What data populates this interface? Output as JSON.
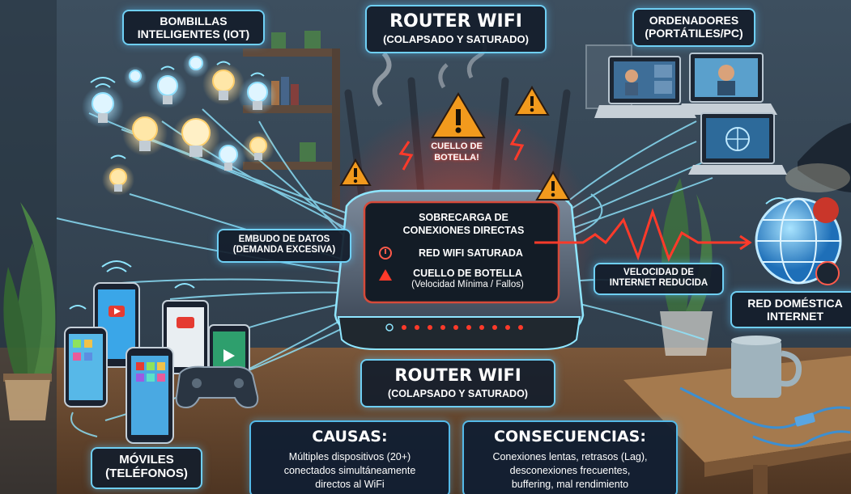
{
  "colors": {
    "wall": "#33424f",
    "floor": "#6b4a32",
    "accent_cyan": "#6fcff4",
    "alert_red": "#ff3a2a",
    "warning_orange": "#f29a1d"
  },
  "top_title": {
    "main": "ROUTER WIFI",
    "sub": "(COLAPSADO Y SATURADO)"
  },
  "iot_label": {
    "line1": "BOMBILLAS",
    "line2": "INTELIGENTES (IOT)"
  },
  "pc_label": {
    "line1": "ORDENADORES",
    "line2": "(PORTÁTILES/PC)"
  },
  "alert_tag": {
    "line1": "CUELLO DE",
    "line2": "BOTELLA!"
  },
  "funnel_label": {
    "line1": "EMBUDO DE DATOS",
    "line2": "(DEMANDA EXCESIVA)"
  },
  "router_screen": {
    "overload_line1": "SOBRECARGA DE",
    "overload_line2": "CONEXIONES DIRECTAS",
    "saturated": "RED WIFI SATURADA",
    "bottleneck": "CUELLO DE BOTELLA",
    "bottleneck_sub": "(Velocidad Mínima / Fallos)"
  },
  "speed_label": {
    "line1": "VELOCIDAD DE",
    "line2": "INTERNET REDUCIDA"
  },
  "net_label": {
    "line1": "RED DOMÉSTICA",
    "line2": "INTERNET"
  },
  "bottom_title": {
    "main": "ROUTER WIFI",
    "sub": "(COLAPSADO Y SATURADO)"
  },
  "causes": {
    "title": "CAUSAS:",
    "line1": "Múltiples dispositivos (20+)",
    "line2": "conectados simultáneamente",
    "line3": "directos al WiFi"
  },
  "consequences": {
    "title": "CONSECUENCIAS:",
    "line1": "Conexiones lentas, retrasos (Lag),",
    "line2": "desconexiones frecuentes,",
    "line3": "buffering, mal rendimiento"
  },
  "mobile_label": {
    "line1": "MÓVILES",
    "line2": "(TELÉFONOS)"
  },
  "icons": [
    "lightbulb-icon",
    "laptop-icon",
    "smartphone-icon",
    "tablet-icon",
    "gamepad-icon",
    "globe-icon",
    "warning-icon",
    "router-icon",
    "wifi-signal-icon",
    "mug-icon",
    "lamp-icon",
    "plant-icon",
    "gear-icon"
  ]
}
